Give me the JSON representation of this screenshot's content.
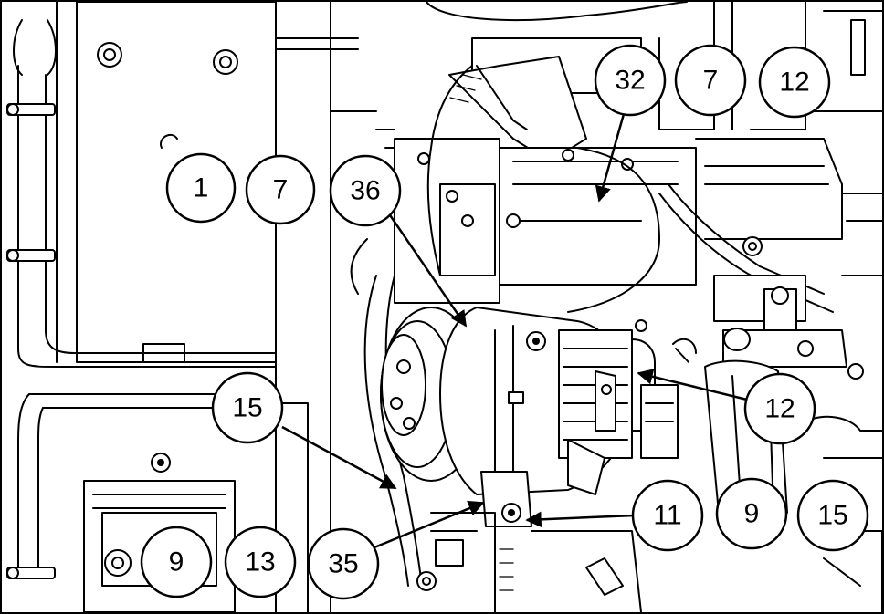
{
  "callouts": [
    {
      "id": "c1",
      "label": "1"
    },
    {
      "id": "c7a",
      "label": "7"
    },
    {
      "id": "c36",
      "label": "36"
    },
    {
      "id": "c32",
      "label": "32"
    },
    {
      "id": "c7b",
      "label": "7"
    },
    {
      "id": "c12a",
      "label": "12"
    },
    {
      "id": "c15a",
      "label": "15"
    },
    {
      "id": "c12b",
      "label": "12"
    },
    {
      "id": "c11",
      "label": "11"
    },
    {
      "id": "c9a",
      "label": "9"
    },
    {
      "id": "c15b",
      "label": "15"
    },
    {
      "id": "c9b",
      "label": "9"
    },
    {
      "id": "c13",
      "label": "13"
    },
    {
      "id": "c35",
      "label": "35"
    }
  ]
}
